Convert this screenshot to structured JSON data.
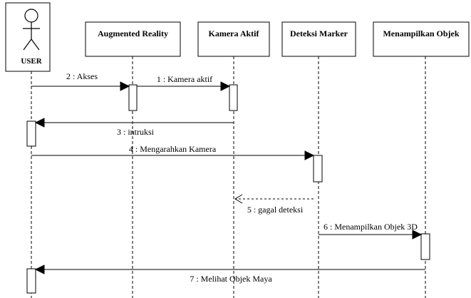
{
  "actor": {
    "label": "USER"
  },
  "objects": [
    {
      "id": "ar",
      "label": "Augmented Reality"
    },
    {
      "id": "kamera",
      "label": "Kamera Aktif"
    },
    {
      "id": "deteksi",
      "label": "Deteksi Marker"
    },
    {
      "id": "tampil",
      "label": "Menampilkan Objek"
    }
  ],
  "messages": [
    {
      "id": "m2",
      "label": "2 : Akses"
    },
    {
      "id": "m1",
      "label": "1 : Kamera aktif"
    },
    {
      "id": "m3",
      "label": "3 : intruksi"
    },
    {
      "id": "m4",
      "label": "4 : Mengarahkan Kamera"
    },
    {
      "id": "m5",
      "label": "5 : gagal deteksi"
    },
    {
      "id": "m6",
      "label": "6 : Menampilkan Objek 3D"
    },
    {
      "id": "m7",
      "label": "7 : Melihat Objek Maya"
    }
  ]
}
